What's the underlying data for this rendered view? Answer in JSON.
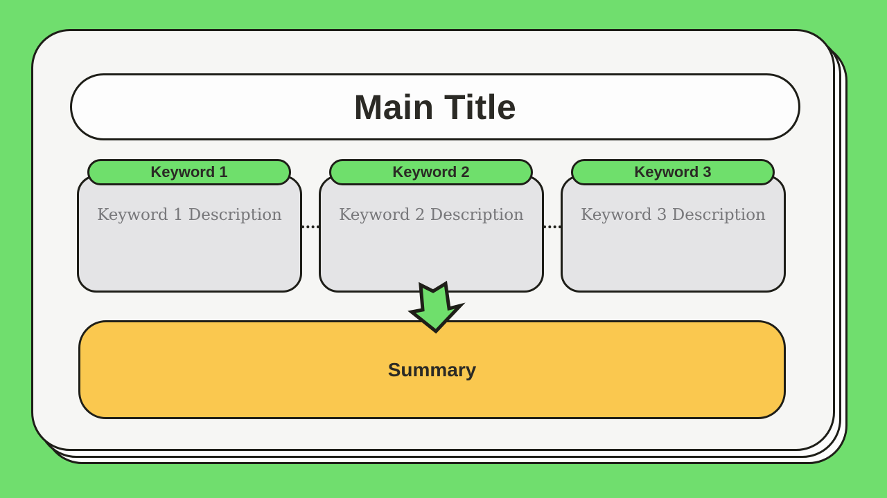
{
  "colors": {
    "background": "#70de6e",
    "border": "#1e1e18",
    "card_bg": "#f6f6f4",
    "stack_bg": "#fdfdfd",
    "pill_white": "#fdfdfd",
    "pill_green": "#6fdf6c",
    "keyword_bg": "#e4e4e6",
    "summary_bg": "#fac84f",
    "heading_text": "#2b2a25",
    "description_text": "#77777a"
  },
  "slide": {
    "title": "Main Title",
    "keywords": [
      {
        "label": "Keyword 1",
        "description": "Keyword 1 Description"
      },
      {
        "label": "Keyword 2",
        "description": "Keyword 2 Description"
      },
      {
        "label": "Keyword 3",
        "description": "Keyword 3 Description"
      }
    ],
    "summary_label": "Summary",
    "icons": {
      "arrow": "down-arrow-icon"
    }
  }
}
